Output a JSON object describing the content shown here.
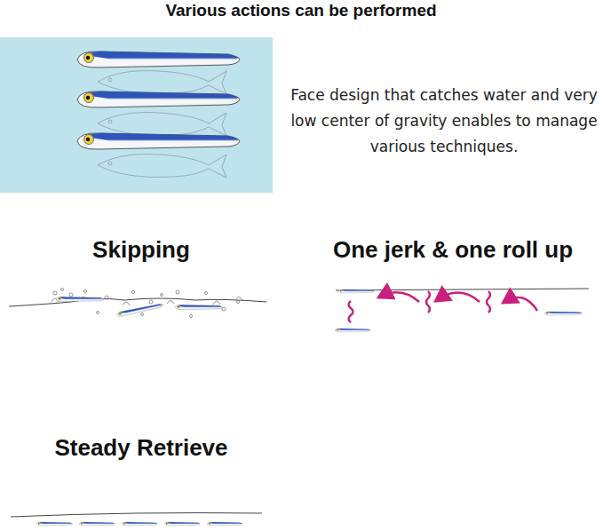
{
  "diagram": {
    "title": "Various actions can be performed",
    "labels": [
      "Face design that catches water and very low center of gravity enables to manage various techniques.",
      "Skipping",
      "One jerk & one roll up",
      "Steady Retrieve"
    ]
  }
}
